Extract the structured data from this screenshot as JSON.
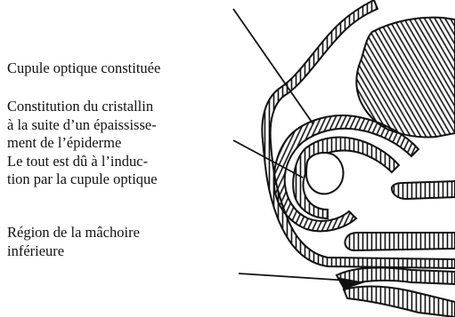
{
  "labels": {
    "optic_cup": "Cupule optique constituée",
    "lens_lines": [
      "Constitution du cristallin",
      "à la suite d’un épaississe-",
      "ment de l’épiderme",
      "Le tout est dû à l’induc-",
      "tion par la cupule optique"
    ],
    "jaw_lines": [
      "Région de la mâchoire",
      "inférieure"
    ]
  }
}
